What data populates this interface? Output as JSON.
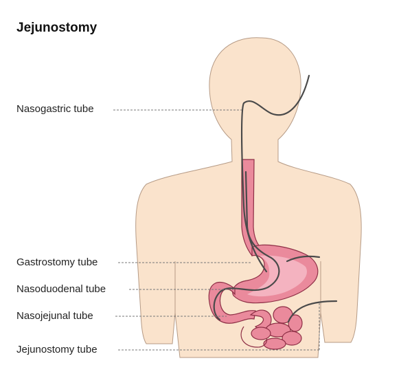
{
  "title": "Jejunostomy",
  "labels": {
    "nasogastric": "Nasogastric tube",
    "gastrostomy": "Gastrostomy tube",
    "nasoduodenal": "Nasoduodenal tube",
    "nasojejunal": "Nasojejunal tube",
    "jejunostomy": "Jejunostomy tube"
  },
  "colors": {
    "skin": "#fae3cc",
    "skin_outline": "#b59a85",
    "organ": "#ea8a9c",
    "organ_inner": "#f4b3c0",
    "organ_outline": "#8d2e45",
    "tube": "#4a4a4a",
    "leader": "#777777"
  }
}
